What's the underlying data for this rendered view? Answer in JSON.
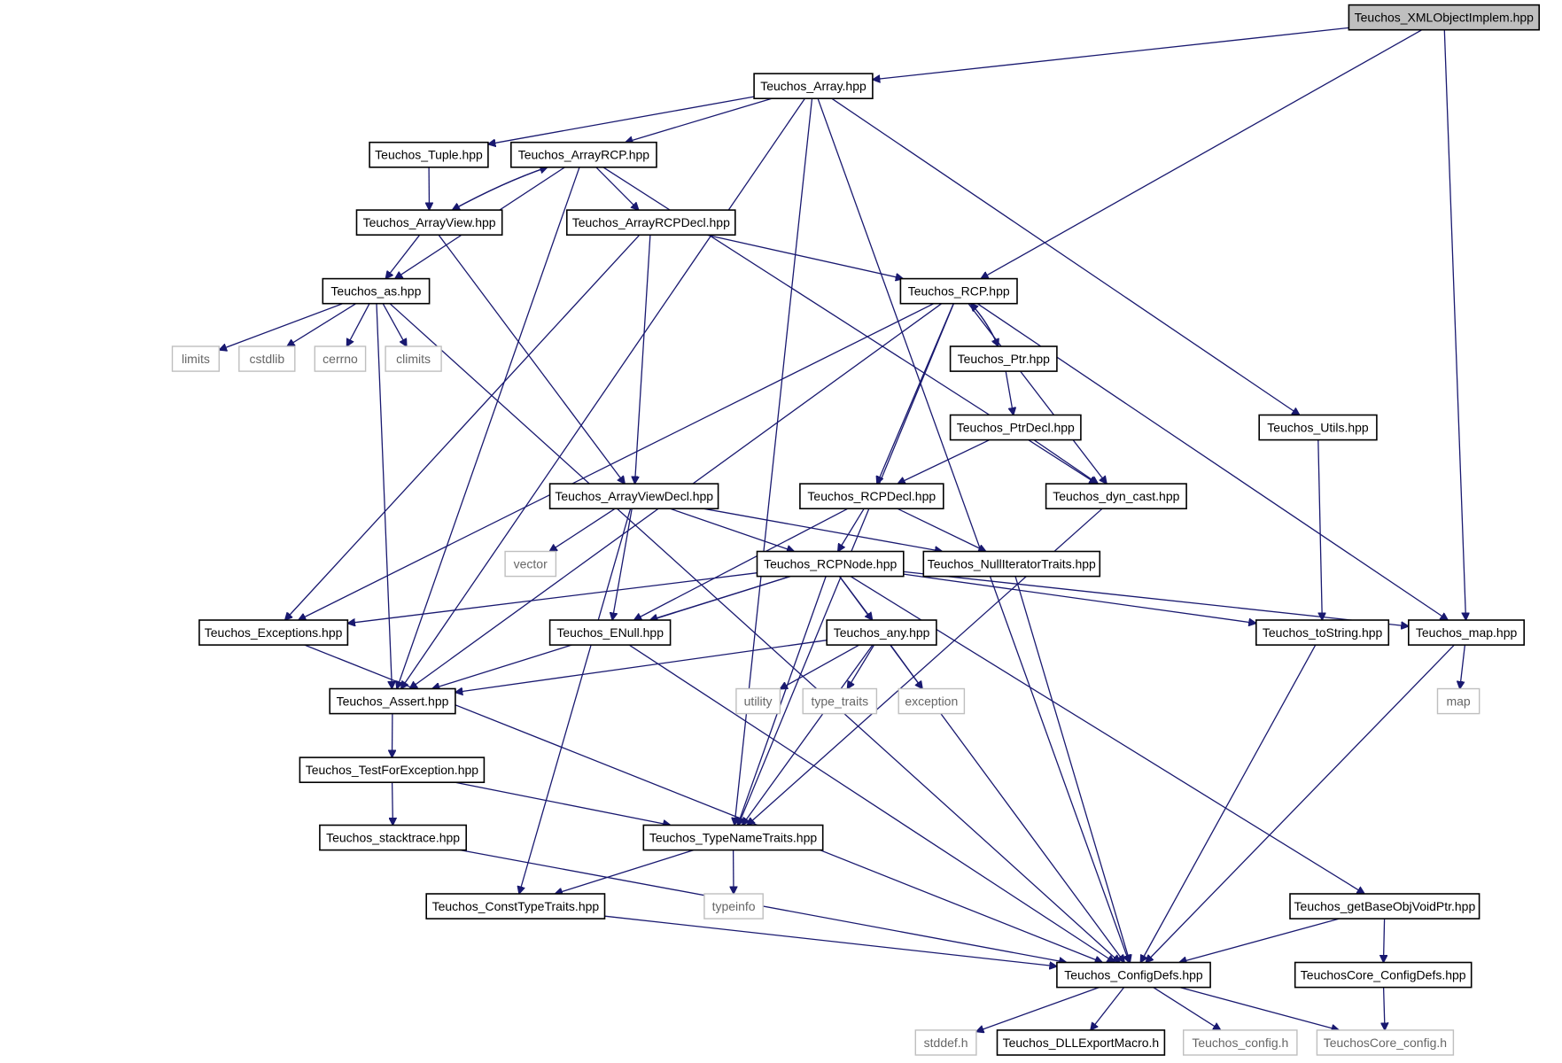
{
  "diagram": {
    "title": "Teuchos_XMLObjectImplem.hpp",
    "nodes": [
      {
        "id": "xmlobj",
        "label": "Teuchos_XMLObjectImplem.hpp",
        "kind": "root"
      },
      {
        "id": "array",
        "label": "Teuchos_Array.hpp",
        "kind": "doc"
      },
      {
        "id": "tuple",
        "label": "Teuchos_Tuple.hpp",
        "kind": "doc"
      },
      {
        "id": "arrayrcp",
        "label": "Teuchos_ArrayRCP.hpp",
        "kind": "doc"
      },
      {
        "id": "arrayview",
        "label": "Teuchos_ArrayView.hpp",
        "kind": "doc"
      },
      {
        "id": "arrayrcpdecl",
        "label": "Teuchos_ArrayRCPDecl.hpp",
        "kind": "doc"
      },
      {
        "id": "as",
        "label": "Teuchos_as.hpp",
        "kind": "doc"
      },
      {
        "id": "limits",
        "label": "limits",
        "kind": "ext"
      },
      {
        "id": "cstdlib",
        "label": "cstdlib",
        "kind": "ext"
      },
      {
        "id": "cerrno",
        "label": "cerrno",
        "kind": "ext"
      },
      {
        "id": "climits",
        "label": "climits",
        "kind": "ext"
      },
      {
        "id": "rcp",
        "label": "Teuchos_RCP.hpp",
        "kind": "doc"
      },
      {
        "id": "ptr",
        "label": "Teuchos_Ptr.hpp",
        "kind": "doc"
      },
      {
        "id": "ptrdecl",
        "label": "Teuchos_PtrDecl.hpp",
        "kind": "doc"
      },
      {
        "id": "utils",
        "label": "Teuchos_Utils.hpp",
        "kind": "doc"
      },
      {
        "id": "arrayviewdecl",
        "label": "Teuchos_ArrayViewDecl.hpp",
        "kind": "doc"
      },
      {
        "id": "rcpdecl",
        "label": "Teuchos_RCPDecl.hpp",
        "kind": "doc"
      },
      {
        "id": "dyncast",
        "label": "Teuchos_dyn_cast.hpp",
        "kind": "doc"
      },
      {
        "id": "vector",
        "label": "vector",
        "kind": "ext"
      },
      {
        "id": "rcpnode",
        "label": "Teuchos_RCPNode.hpp",
        "kind": "doc"
      },
      {
        "id": "nulliter",
        "label": "Teuchos_NullIteratorTraits.hpp",
        "kind": "doc"
      },
      {
        "id": "exceptions",
        "label": "Teuchos_Exceptions.hpp",
        "kind": "doc"
      },
      {
        "id": "enull",
        "label": "Teuchos_ENull.hpp",
        "kind": "doc"
      },
      {
        "id": "any",
        "label": "Teuchos_any.hpp",
        "kind": "doc"
      },
      {
        "id": "tostring",
        "label": "Teuchos_toString.hpp",
        "kind": "doc"
      },
      {
        "id": "map",
        "label": "Teuchos_map.hpp",
        "kind": "doc"
      },
      {
        "id": "assert",
        "label": "Teuchos_Assert.hpp",
        "kind": "doc"
      },
      {
        "id": "utility",
        "label": "utility",
        "kind": "ext"
      },
      {
        "id": "typetraits",
        "label": "type_traits",
        "kind": "ext"
      },
      {
        "id": "exception",
        "label": "exception",
        "kind": "ext"
      },
      {
        "id": "mapext",
        "label": "map",
        "kind": "ext"
      },
      {
        "id": "testforexc",
        "label": "Teuchos_TestForException.hpp",
        "kind": "doc"
      },
      {
        "id": "stacktrace",
        "label": "Teuchos_stacktrace.hpp",
        "kind": "doc"
      },
      {
        "id": "typename",
        "label": "Teuchos_TypeNameTraits.hpp",
        "kind": "doc"
      },
      {
        "id": "consttype",
        "label": "Teuchos_ConstTypeTraits.hpp",
        "kind": "doc"
      },
      {
        "id": "typeinfo",
        "label": "typeinfo",
        "kind": "ext"
      },
      {
        "id": "getbase",
        "label": "Teuchos_getBaseObjVoidPtr.hpp",
        "kind": "doc"
      },
      {
        "id": "configdefs",
        "label": "Teuchos_ConfigDefs.hpp",
        "kind": "doc"
      },
      {
        "id": "coreconfigdefs",
        "label": "TeuchosCore_ConfigDefs.hpp",
        "kind": "doc"
      },
      {
        "id": "stddef",
        "label": "stddef.h",
        "kind": "ext"
      },
      {
        "id": "dllexport",
        "label": "Teuchos_DLLExportMacro.h",
        "kind": "doc"
      },
      {
        "id": "tconfig",
        "label": "Teuchos_config.h",
        "kind": "ext"
      },
      {
        "id": "coreconfig",
        "label": "TeuchosCore_config.h",
        "kind": "ext"
      }
    ],
    "edges": [
      [
        "xmlobj",
        "array"
      ],
      [
        "xmlobj",
        "rcp"
      ],
      [
        "xmlobj",
        "map"
      ],
      [
        "array",
        "tuple"
      ],
      [
        "array",
        "arrayrcp"
      ],
      [
        "array",
        "assert"
      ],
      [
        "array",
        "typename"
      ],
      [
        "array",
        "utils"
      ],
      [
        "array",
        "configdefs"
      ],
      [
        "tuple",
        "arrayview"
      ],
      [
        "arrayrcp",
        "arrayview"
      ],
      [
        "arrayrcp",
        "arrayrcpdecl"
      ],
      [
        "arrayrcp",
        "as"
      ],
      [
        "arrayrcp",
        "assert"
      ],
      [
        "arrayrcp",
        "dyncast"
      ],
      [
        "arrayview",
        "arrayrcp"
      ],
      [
        "arrayview",
        "as"
      ],
      [
        "arrayview",
        "arrayviewdecl"
      ],
      [
        "arrayrcpdecl",
        "rcp"
      ],
      [
        "arrayrcpdecl",
        "arrayviewdecl"
      ],
      [
        "arrayrcpdecl",
        "exceptions"
      ],
      [
        "as",
        "limits"
      ],
      [
        "as",
        "cstdlib"
      ],
      [
        "as",
        "cerrno"
      ],
      [
        "as",
        "climits"
      ],
      [
        "as",
        "assert"
      ],
      [
        "as",
        "configdefs"
      ],
      [
        "rcp",
        "ptr"
      ],
      [
        "rcp",
        "rcpdecl"
      ],
      [
        "rcp",
        "dyncast"
      ],
      [
        "rcp",
        "map"
      ],
      [
        "rcp",
        "exceptions"
      ],
      [
        "rcp",
        "assert"
      ],
      [
        "rcp",
        "typename"
      ],
      [
        "ptr",
        "rcp"
      ],
      [
        "ptr",
        "ptrdecl"
      ],
      [
        "ptrdecl",
        "rcpdecl"
      ],
      [
        "ptrdecl",
        "dyncast"
      ],
      [
        "utils",
        "tostring"
      ],
      [
        "arrayviewdecl",
        "vector"
      ],
      [
        "arrayviewdecl",
        "rcpnode"
      ],
      [
        "arrayviewdecl",
        "enull"
      ],
      [
        "arrayviewdecl",
        "nulliter"
      ],
      [
        "arrayviewdecl",
        "consttype"
      ],
      [
        "rcpdecl",
        "rcpnode"
      ],
      [
        "rcpdecl",
        "nulliter"
      ],
      [
        "rcpdecl",
        "enull"
      ],
      [
        "dyncast",
        "typename"
      ],
      [
        "rcpnode",
        "exceptions"
      ],
      [
        "rcpnode",
        "enull"
      ],
      [
        "rcpnode",
        "any"
      ],
      [
        "rcpnode",
        "assert"
      ],
      [
        "rcpnode",
        "typename"
      ],
      [
        "rcpnode",
        "configdefs"
      ],
      [
        "rcpnode",
        "tostring"
      ],
      [
        "rcpnode",
        "map"
      ],
      [
        "rcpnode",
        "getbase"
      ],
      [
        "nulliter",
        "configdefs"
      ],
      [
        "exceptions",
        "configdefs"
      ],
      [
        "enull",
        "configdefs"
      ],
      [
        "any",
        "assert"
      ],
      [
        "any",
        "utility"
      ],
      [
        "any",
        "typetraits"
      ],
      [
        "any",
        "exception"
      ],
      [
        "any",
        "typename"
      ],
      [
        "tostring",
        "configdefs"
      ],
      [
        "map",
        "mapext"
      ],
      [
        "map",
        "configdefs"
      ],
      [
        "assert",
        "testforexc"
      ],
      [
        "testforexc",
        "stacktrace"
      ],
      [
        "testforexc",
        "typename"
      ],
      [
        "stacktrace",
        "configdefs"
      ],
      [
        "typename",
        "consttype"
      ],
      [
        "typename",
        "typeinfo"
      ],
      [
        "consttype",
        "configdefs"
      ],
      [
        "getbase",
        "configdefs"
      ],
      [
        "getbase",
        "coreconfigdefs"
      ],
      [
        "coreconfigdefs",
        "coreconfig"
      ],
      [
        "configdefs",
        "stddef"
      ],
      [
        "configdefs",
        "dllexport"
      ],
      [
        "configdefs",
        "tconfig"
      ],
      [
        "configdefs",
        "coreconfig"
      ]
    ]
  },
  "colors": {
    "edge": "#191970",
    "root_fill": "#bfbfbf",
    "ext_border": "#bfbfbf",
    "ext_text": "#666666"
  }
}
